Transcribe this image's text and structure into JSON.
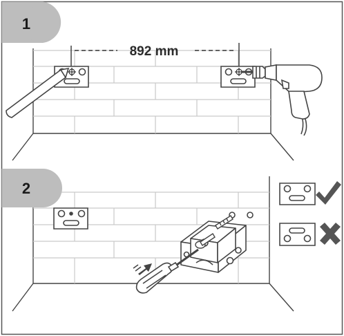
{
  "steps": [
    {
      "number": "1"
    },
    {
      "number": "2"
    }
  ],
  "dimension": {
    "label": "892 mm"
  },
  "legend": {
    "correct_icon": "check-icon",
    "wrong_icon": "cross-icon"
  },
  "colors": {
    "outline": "#444444",
    "brick": "#c9c9c9",
    "badge": "#bdbdbd",
    "mark": "#4a4a4a"
  }
}
